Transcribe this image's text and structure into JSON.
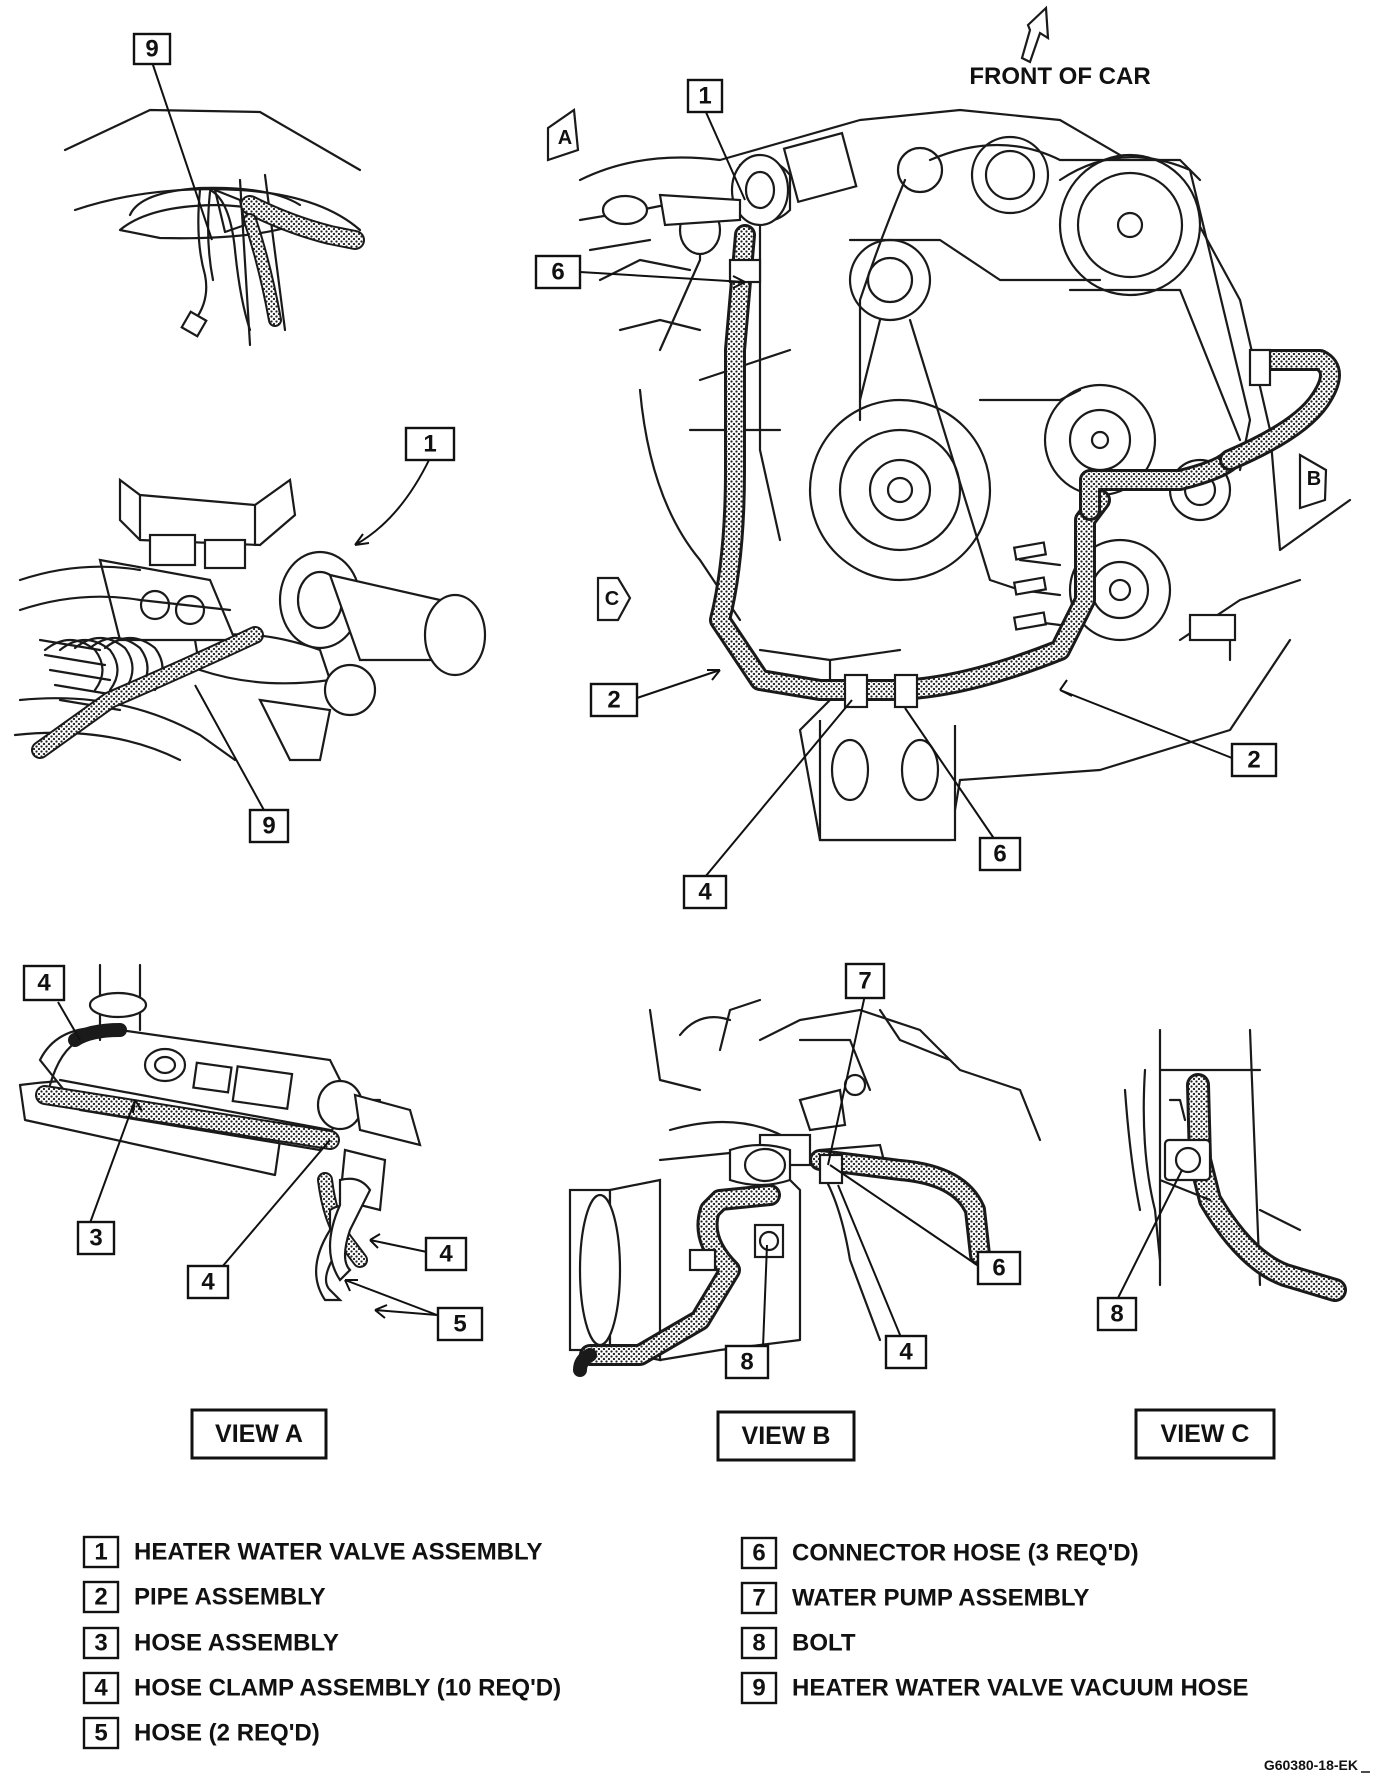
{
  "front_label": "FRONT OF CAR",
  "direction_markers": {
    "a": "A",
    "b": "B",
    "c": "C"
  },
  "views": {
    "a": "VIEW A",
    "b": "VIEW B",
    "c": "VIEW C"
  },
  "callouts": {
    "top_left": "9",
    "left_mid_1": "1",
    "left_mid_9": "9",
    "main_1": "1",
    "main_6_upper": "6",
    "main_2_left": "2",
    "main_2_right": "2",
    "main_4": "4",
    "main_6_lower": "6",
    "viewa_4_top": "4",
    "viewa_3": "3",
    "viewa_4_mid": "4",
    "viewa_4_right": "4",
    "viewa_5": "5",
    "viewb_7": "7",
    "viewb_6": "6",
    "viewb_4": "4",
    "viewb_8": "8",
    "viewc_8": "8"
  },
  "legend": [
    {
      "num": "1",
      "text": "HEATER WATER VALVE ASSEMBLY"
    },
    {
      "num": "2",
      "text": "PIPE ASSEMBLY"
    },
    {
      "num": "3",
      "text": "HOSE ASSEMBLY"
    },
    {
      "num": "4",
      "text": "HOSE CLAMP ASSEMBLY (10 REQ'D)"
    },
    {
      "num": "5",
      "text": "HOSE (2 REQ'D)"
    },
    {
      "num": "6",
      "text": "CONNECTOR HOSE (3 REQ'D)"
    },
    {
      "num": "7",
      "text": "WATER PUMP ASSEMBLY"
    },
    {
      "num": "8",
      "text": "BOLT"
    },
    {
      "num": "9",
      "text": "HEATER WATER VALVE VACUUM HOSE"
    }
  ],
  "figure_code": "G60380-18-EK"
}
